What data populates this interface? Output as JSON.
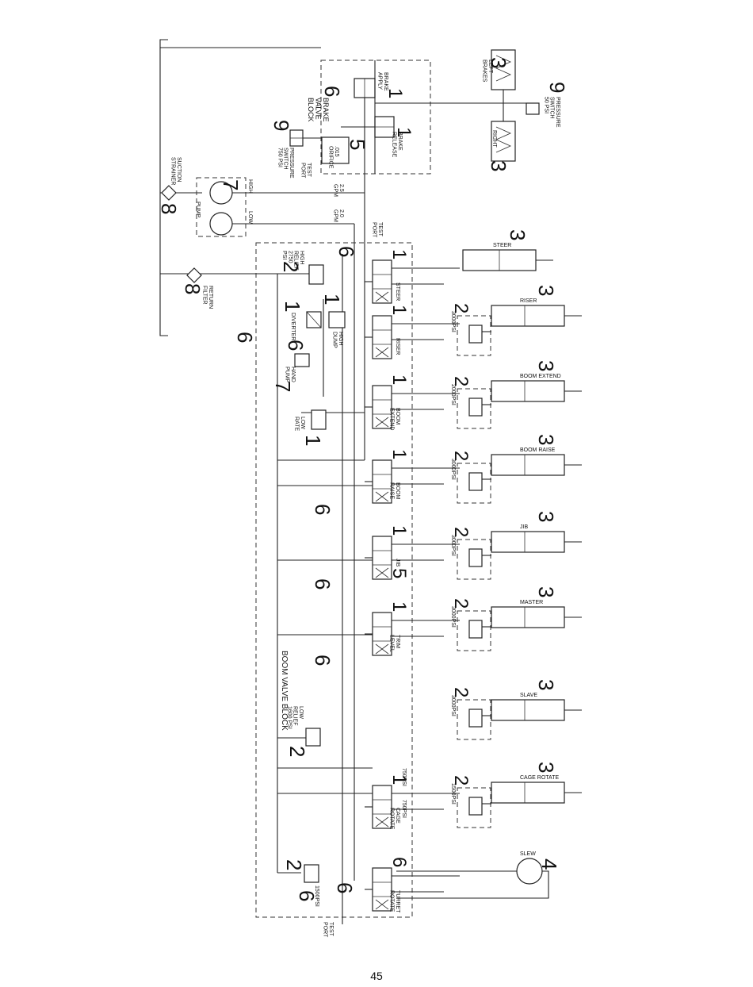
{
  "page_number": "45",
  "brake_block": {
    "title": "BRAKE\nVALVE\nBLOCK",
    "callout": "6",
    "brake_apply": {
      "label": "BRAKE\nAPPLY",
      "callout": "1"
    },
    "brake_release": {
      "label": "BRAKE\nRELEASE",
      "callout": "1"
    },
    "orifice": {
      "label": ".015\nORIFICE",
      "callout": "5"
    },
    "test_port": "TEST\nPORT",
    "pressure_switch": {
      "label": "PRESSURE\nSWITCH\n750 PSI",
      "callout": "9"
    }
  },
  "brakes": {
    "left": {
      "label": "LEFT\nBRAKES",
      "callout": "3"
    },
    "right": {
      "label": "RIGHT",
      "callout": "3"
    },
    "pressure_switch": {
      "label": "PRESSURE\nSWITCH\n50 PSI",
      "callout": "9"
    }
  },
  "pump": {
    "callout": "7",
    "label": "PUMP",
    "high": "HIGH",
    "low": "LOW",
    "flow_high": "2.5\nGPM",
    "flow_low": "2.0\nGPM",
    "test_port": "TEST\nPORT"
  },
  "suction_strainer": {
    "label": "SUCTION\nSTRAINER",
    "callout": "8"
  },
  "return_filter": {
    "label": "RETURN\nFILTER",
    "callout": "8"
  },
  "tank_callout": "6",
  "boom_block": {
    "title": "BOOM VALVE BLOCK",
    "high_relief": {
      "label": "HIGH\nRELIEF\n2750\nPSI",
      "callout": "2",
      "callout2": "6"
    },
    "diverter": {
      "label": "DIVERTER",
      "callout": "1"
    },
    "high_dump": {
      "label": "HIGH\nDUMP",
      "callout": "1"
    },
    "hand_pump": {
      "label": "HAND\nPUMP",
      "callout": "7",
      "callout2": "6"
    },
    "low_rate": {
      "label": "LOW\nRATE",
      "callout": "1"
    },
    "low_relief": {
      "label": "LOW\nRELIEF\n1600 PSI",
      "callout": "2"
    },
    "turret_relief": {
      "label": "1500PSI",
      "callout": "2",
      "callout2": "6"
    },
    "test_port": "TEST\nPORT"
  },
  "valves": [
    {
      "key": "steer",
      "label": "STEER",
      "callout": "1"
    },
    {
      "key": "riser",
      "label": "RISER",
      "callout": "1"
    },
    {
      "key": "boom_extend",
      "label": "BOOM\nEXTEND",
      "callout": "1"
    },
    {
      "key": "boom_raise",
      "label": "BOOM\nRAISE",
      "callout": "1"
    },
    {
      "key": "jib",
      "label": "JIB",
      "callout": "1",
      "callout2": "5"
    },
    {
      "key": "trim_level",
      "label": "TRIM\nLEVEL",
      "callout": "1"
    },
    {
      "key": "cage_rotate",
      "label": "CAGE\nROTATE",
      "callout": "1",
      "pressure_a": "750PSI",
      "pressure_b": "750PSI"
    },
    {
      "key": "turret_rotate",
      "label": "TURRET\nROTATE",
      "callout": "6"
    }
  ],
  "cylinders": [
    {
      "key": "steer",
      "label": "STEER",
      "callout": "3"
    },
    {
      "key": "riser",
      "label": "RISER",
      "callout": "3"
    },
    {
      "key": "boom_extend",
      "label": "BOOM EXTEND",
      "callout": "3"
    },
    {
      "key": "boom_raise",
      "label": "BOOM RAISE",
      "callout": "3"
    },
    {
      "key": "jib",
      "label": "JIB",
      "callout": "3"
    },
    {
      "key": "master",
      "label": "MASTER",
      "callout": "3"
    },
    {
      "key": "slave",
      "label": "SLAVE",
      "callout": "3"
    },
    {
      "key": "cage_rotate",
      "label": "CAGE ROTATE",
      "callout": "3"
    }
  ],
  "counterbalances": [
    {
      "key": "riser",
      "label": "3000PSI",
      "callout": "2"
    },
    {
      "key": "boom_extend",
      "label": "2000PSI",
      "callout": "2"
    },
    {
      "key": "boom_raise",
      "label": "3000PSI",
      "callout": "2"
    },
    {
      "key": "jib",
      "label": "3000PSI",
      "callout": "2"
    },
    {
      "key": "master",
      "label": "3000PSI",
      "callout": "2"
    },
    {
      "key": "slave",
      "label": "3000PSI",
      "callout": "2"
    },
    {
      "key": "cage_rotate",
      "label": "1500PSI",
      "callout": "2"
    }
  ],
  "slew": {
    "label": "SLEW",
    "callout": "4"
  },
  "block_callouts": [
    "6",
    "6",
    "6",
    "6"
  ]
}
